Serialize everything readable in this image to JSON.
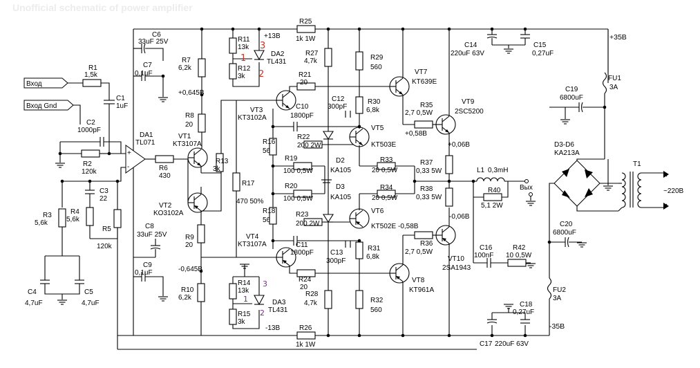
{
  "header": {
    "watermark": "Unofficial schematic of power amplifier"
  },
  "inputs": {
    "in_left": "Вход",
    "in_gnd": "Вход Gnd"
  },
  "rails": {
    "pos_v": "+35В",
    "neg_v": "-35В",
    "pos13": "+13В",
    "neg13": "-13В",
    "out_label": "Вых",
    "mains": "~220В"
  },
  "components": {
    "R1": {
      "name": "R1",
      "value": "1,5k"
    },
    "C1": {
      "name": "C1",
      "value": "1uF"
    },
    "C2": {
      "name": "C2",
      "value": "1000pF"
    },
    "R2": {
      "name": "R2",
      "value": "120k"
    },
    "C3": {
      "name": "C3",
      "value": "22"
    },
    "R3": {
      "name": "R3",
      "value": "5,6k"
    },
    "R4": {
      "name": "R4",
      "value": "5,6k"
    },
    "R5": {
      "name": "R5",
      "value": "120k"
    },
    "C4": {
      "name": "C4",
      "value": "4,7uF"
    },
    "C5": {
      "name": "C5",
      "value": "4,7uF"
    },
    "C6": {
      "name": "C6",
      "value": "33uF 25V"
    },
    "C7": {
      "name": "C7",
      "value": "0,1uF"
    },
    "DA1": {
      "name": "DA1",
      "value": "TL071"
    },
    "R6": {
      "name": "R6",
      "value": "430"
    },
    "C8": {
      "name": "C8",
      "value": "33uF 25V"
    },
    "C9": {
      "name": "C9",
      "value": "0,1uF"
    },
    "R7": {
      "name": "R7",
      "value": "6,2k"
    },
    "R8": {
      "name": "R8",
      "value": "20"
    },
    "R9": {
      "name": "R9",
      "value": "20"
    },
    "R10": {
      "name": "R10",
      "value": "6,2k"
    },
    "VT1": {
      "name": "VT1",
      "value": "KT3107A"
    },
    "VT2": {
      "name": "VT2",
      "value": "KO3102A"
    },
    "R13": {
      "name": "R13",
      "value": "3k"
    },
    "R11": {
      "name": "R11",
      "value": "13k"
    },
    "R12": {
      "name": "R12",
      "value": "3k"
    },
    "DA2": {
      "name": "DA2",
      "value": "TL431"
    },
    "R14": {
      "name": "R14",
      "value": "13k"
    },
    "R15": {
      "name": "R15",
      "value": "3k"
    },
    "DA3": {
      "name": "DA3",
      "value": "TL431"
    },
    "R25a": {
      "name": "R25",
      "value": "1k 1W"
    },
    "R26": {
      "name": "R26",
      "value": "1k 1W"
    },
    "R27": {
      "name": "R27",
      "value": "4,7k"
    },
    "R28": {
      "name": "R28",
      "value": "4,7k"
    },
    "R21": {
      "name": "R21",
      "value": "20"
    },
    "R24": {
      "name": "R24",
      "value": "20"
    },
    "VT3": {
      "name": "VT3",
      "value": "KT3102A"
    },
    "VT4": {
      "name": "VT4",
      "value": "KT3107A"
    },
    "C10": {
      "name": "C10",
      "value": "1800pF"
    },
    "C11": {
      "name": "C11",
      "value": "1800pF"
    },
    "R16": {
      "name": "R16",
      "value": "56"
    },
    "R17": {
      "name": "R17",
      "value": "470 50%"
    },
    "R18": {
      "name": "R18",
      "value": "56"
    },
    "R19": {
      "name": "R19",
      "value": "100 0,5W"
    },
    "R20": {
      "name": "R20",
      "value": "100 0,5W"
    },
    "R22": {
      "name": "R22",
      "value": "200 2W"
    },
    "R23": {
      "name": "R23",
      "value": "200 2W"
    },
    "C12": {
      "name": "C12",
      "value": "300pF"
    },
    "C13": {
      "name": "C13",
      "value": "300pF"
    },
    "D2": {
      "name": "D2",
      "value": "KA105"
    },
    "D3": {
      "name": "D3",
      "value": "KA105"
    },
    "R29": {
      "name": "R29",
      "value": "560"
    },
    "R30": {
      "name": "R30",
      "value": "6,8k"
    },
    "R31": {
      "name": "R31",
      "value": "6,8k"
    },
    "R32": {
      "name": "R32",
      "value": "560"
    },
    "VT5": {
      "name": "VT5",
      "value": "KT503E"
    },
    "VT6": {
      "name": "VT6",
      "value": "KT502E"
    },
    "VT7": {
      "name": "VT7",
      "value": "KT639E"
    },
    "VT8": {
      "name": "VT8",
      "value": "KT961A"
    },
    "R33": {
      "name": "R33",
      "value": "20 0,5W"
    },
    "R34": {
      "name": "R34",
      "value": "20 0,5W"
    },
    "R35": {
      "name": "R35",
      "value": "2,7 0,5W"
    },
    "R36": {
      "name": "R36",
      "value": "2,7 0,5W"
    },
    "R37": {
      "name": "R37",
      "value": "0,33 5W"
    },
    "R38": {
      "name": "R38",
      "value": "0,33 5W"
    },
    "VT9": {
      "name": "VT9",
      "value": "2SC5200"
    },
    "VT10": {
      "name": "VT10",
      "value": "2SA1943"
    },
    "L1": {
      "name": "L1",
      "value": "0,3mH"
    },
    "R40": {
      "name": "R40",
      "value": "5,1 2W"
    },
    "C16": {
      "name": "C16",
      "value": "100nF"
    },
    "R42": {
      "name": "R42",
      "value": "10 0,5W"
    },
    "C14": {
      "name": "C14",
      "value": "220uF 63V"
    },
    "C15": {
      "name": "C15",
      "value": "0,27uF"
    },
    "C17": {
      "name": "C17",
      "value": "220uF 63V"
    },
    "C18": {
      "name": "C18",
      "value": "0,27uF"
    },
    "C19": {
      "name": "C19",
      "value": "6800uF"
    },
    "C20": {
      "name": "C20",
      "value": "6800uF"
    },
    "FU1": {
      "name": "FU1",
      "value": "3A"
    },
    "FU2": {
      "name": "FU2",
      "value": "3A"
    },
    "D3D6": {
      "name": "D3-D6",
      "value": "KA213A"
    },
    "T1": {
      "name": "T1",
      "value": ""
    }
  },
  "voltages": {
    "v_p0645": "+0,645В",
    "v_m0645": "-0,645В",
    "v_p058": "+0,58В",
    "v_m058": "-0,58В",
    "v_p006": "+0,06В",
    "v_m006": "-0,06В"
  },
  "pins": {
    "p1a": "1",
    "p2a": "2",
    "p3a": "3",
    "p1b": "1",
    "p2b": "2",
    "p3b": "3"
  }
}
